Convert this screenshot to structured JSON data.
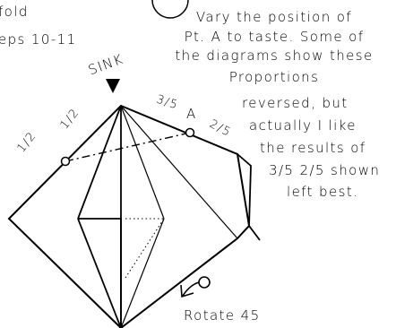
{
  "top_left_notes": {
    "line1": "fold",
    "line2": "eps 10-11"
  },
  "note_lines": [
    "Vary the position of",
    "Pt. A to taste. Some of",
    "the diagrams show these",
    "Proportions",
    "reversed, but",
    "actually I like",
    "the results of",
    "3/5 2/5 shown",
    "left best."
  ],
  "labels": {
    "sink": "SINK",
    "point_a": "A",
    "three_fifths": "3/5",
    "two_fifths": "2/5",
    "half_left": "1/2",
    "half_right": "1/2",
    "rotate": "Rotate 45"
  },
  "colors": {
    "ink": "#000000",
    "paper": "#ffffff"
  },
  "icons": {
    "sink_arrow": "down-triangle-arrow",
    "rotate_arrow": "curved-rotate-arrow"
  }
}
